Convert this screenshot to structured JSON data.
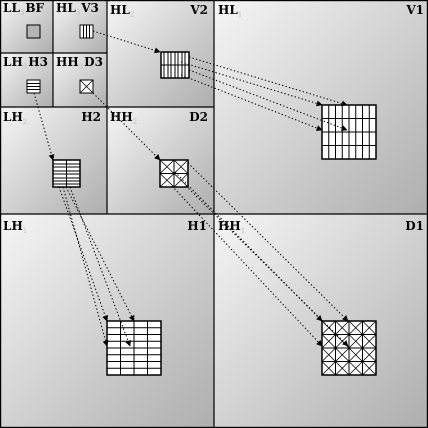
{
  "subbands": {
    "ll3": {
      "name": "LL",
      "level": "3",
      "suffix": "BF"
    },
    "hl3": {
      "name": "HL",
      "level": "3",
      "suffix": "V3"
    },
    "lh3": {
      "name": "LH",
      "level": "3",
      "suffix": "H3"
    },
    "hh3": {
      "name": "HH",
      "level": "3",
      "suffix": "D3"
    },
    "hl2": {
      "name": "HL",
      "level": "2",
      "suffix": "V2"
    },
    "lh2": {
      "name": "LH",
      "level": "2",
      "suffix": "H2"
    },
    "hh2": {
      "name": "HH",
      "level": "2",
      "suffix": "D2"
    },
    "hl1": {
      "name": "HL",
      "level": "1",
      "suffix": "V1"
    },
    "lh1": {
      "name": "LH",
      "level": "1",
      "suffix": "H1"
    },
    "hh1": {
      "name": "HH",
      "level": "1",
      "suffix": "D1"
    }
  },
  "colors": {
    "grad_light": "#f4f4f4",
    "grad_dark": "#b0b0b0",
    "line": "#000000"
  }
}
